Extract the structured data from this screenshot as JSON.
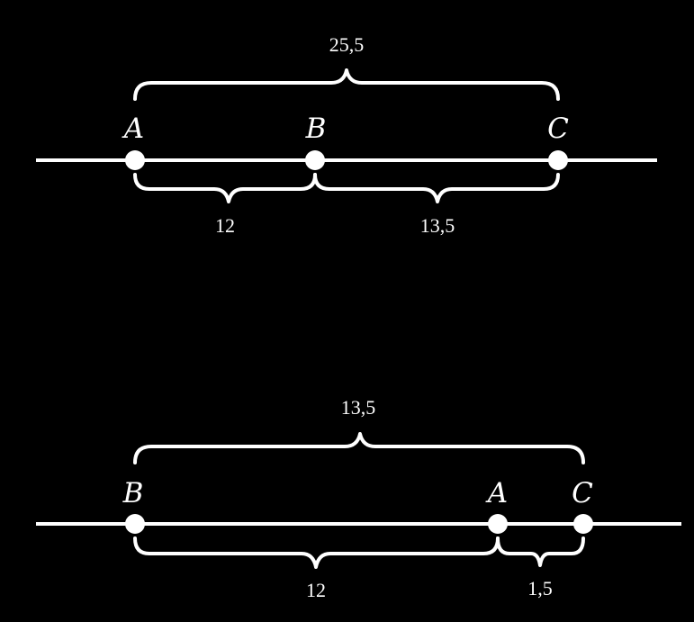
{
  "colors": {
    "background": "#000000",
    "foreground": "#ffffff"
  },
  "diagram_1": {
    "points": [
      {
        "label": "A"
      },
      {
        "label": "B"
      },
      {
        "label": "C"
      }
    ],
    "measures": {
      "total": "25,5",
      "left": "12",
      "right": "13,5"
    }
  },
  "diagram_2": {
    "points": [
      {
        "label": "B"
      },
      {
        "label": "A"
      },
      {
        "label": "C"
      }
    ],
    "measures": {
      "total": "13,5",
      "left": "12",
      "right": "1,5"
    }
  }
}
